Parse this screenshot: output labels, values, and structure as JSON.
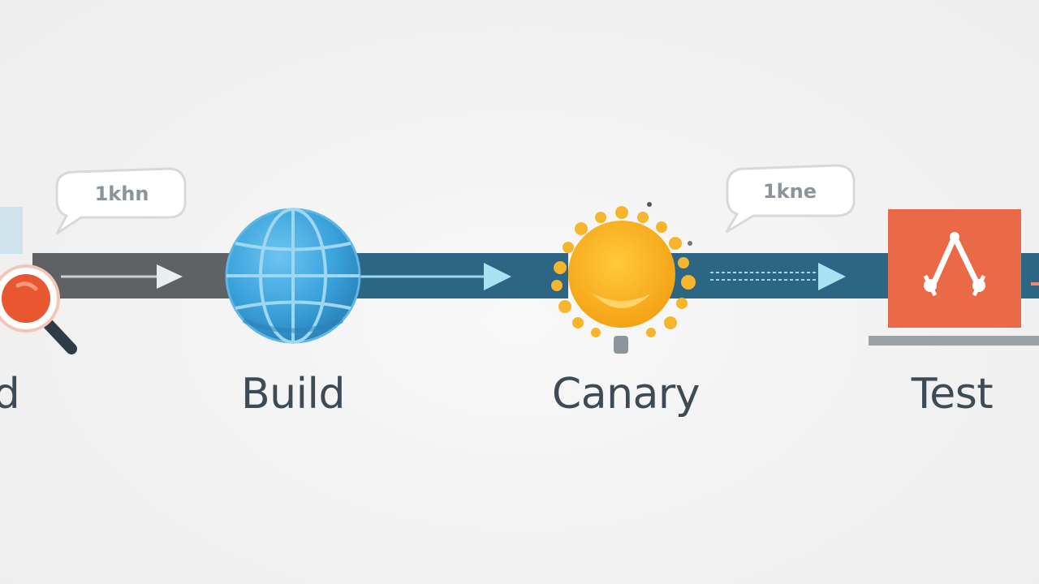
{
  "diagram": {
    "title": "",
    "stages": [
      {
        "label": "d",
        "icon": "magnifier-icon"
      },
      {
        "label": "Build",
        "icon": "globe-icon"
      },
      {
        "label": "Canary",
        "icon": "sun-icon"
      },
      {
        "label": "Test",
        "icon": "git-branch-icon"
      }
    ],
    "bubbles": [
      "1khn",
      "1kne"
    ],
    "colors": {
      "pipe_gray": "#5e6265",
      "pipe_blue": "#2d6584",
      "arrow": "#a9e2f2",
      "globe": "#3aa2dc",
      "sun": "#f4ad1a",
      "test_box": "#ea6a47",
      "magnifier": "#e8572f",
      "label_text": "#3e4a55"
    }
  }
}
